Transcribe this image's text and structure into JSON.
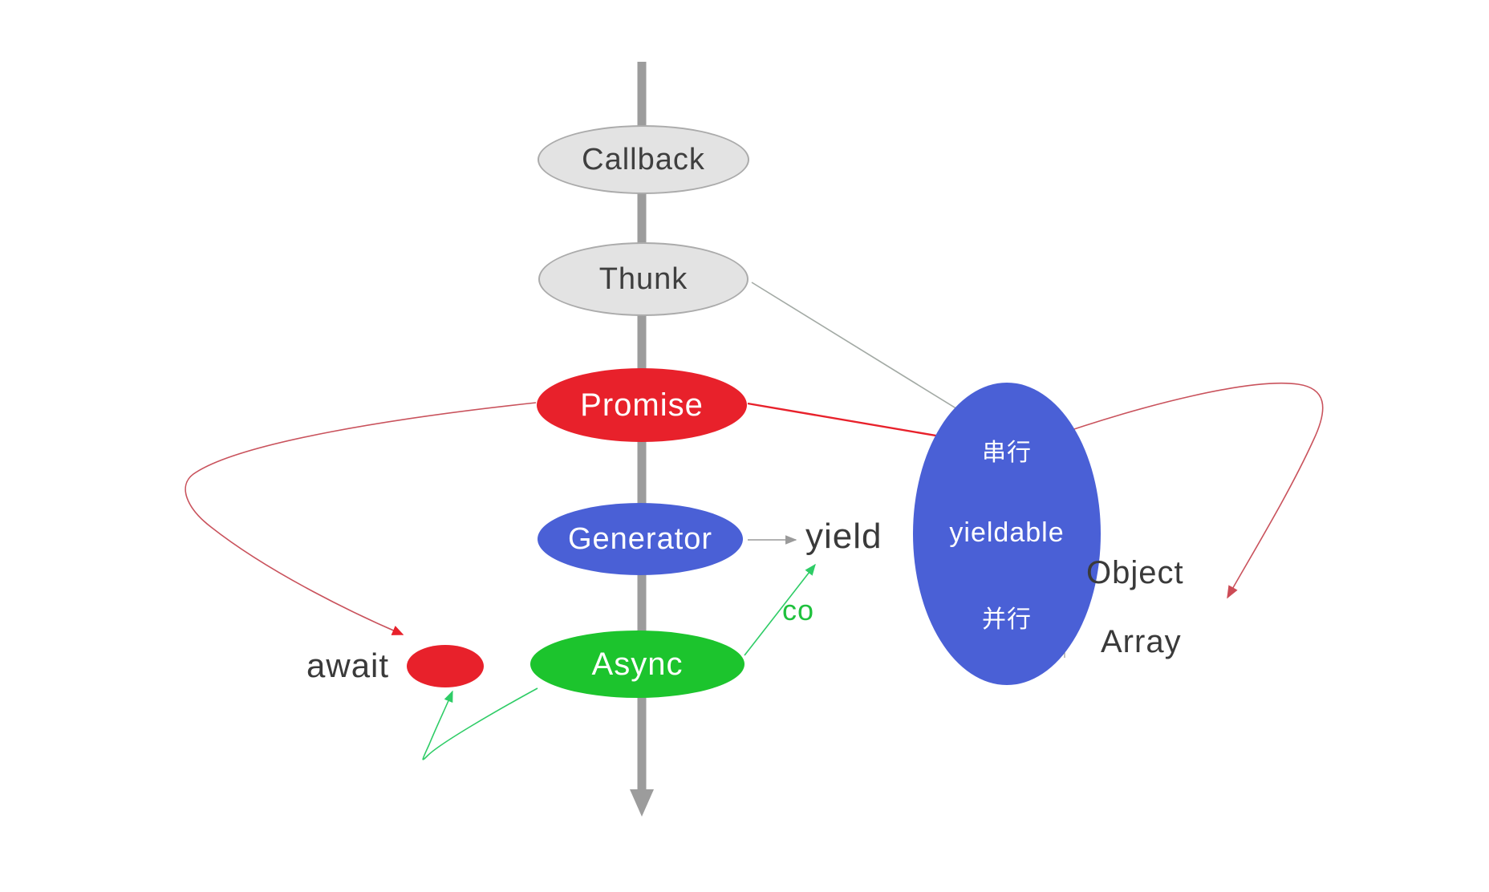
{
  "diagram": {
    "spine_nodes": [
      {
        "id": "callback",
        "label": "Callback",
        "color": "#e3e3e3",
        "text_color": "#3f3f3f"
      },
      {
        "id": "thunk",
        "label": "Thunk",
        "color": "#e3e3e3",
        "text_color": "#3f3f3f"
      },
      {
        "id": "promise",
        "label": "Promise",
        "color": "#e8212b",
        "text_color": "#ffffff"
      },
      {
        "id": "generator",
        "label": "Generator",
        "color": "#4a60d6",
        "text_color": "#ffffff"
      },
      {
        "id": "async",
        "label": "Async",
        "color": "#1cc42d",
        "text_color": "#ffffff"
      }
    ],
    "yieldable": {
      "top_label": "串行",
      "center_label": "yieldable",
      "bottom_label": "并行",
      "color": "#4a60d6",
      "text_color": "#ffffff"
    },
    "annotations": {
      "await": "await",
      "yield": "yield",
      "co": "co",
      "object": "Object",
      "array": "Array"
    },
    "arrows": [
      {
        "from": "thunk",
        "to": "yieldable-串行",
        "color": "#a3aaa5",
        "style": "straight"
      },
      {
        "from": "promise",
        "to": "yieldable-串行",
        "color": "#e8212b",
        "style": "straight"
      },
      {
        "from": "yieldable",
        "to": "Array/Object",
        "color": "#c9525c",
        "style": "loop-right"
      },
      {
        "from": "promise",
        "to": "await-dot",
        "color": "#c9525c",
        "style": "loop-left"
      },
      {
        "from": "async",
        "to": "await-dot",
        "color": "#2ecc66",
        "style": "hairpin"
      },
      {
        "from": "async",
        "to": "yield",
        "color": "#2ecc66",
        "style": "straight",
        "label": "co"
      },
      {
        "from": "generator",
        "to": "yield",
        "color": "#9a9a9a",
        "style": "straight"
      }
    ],
    "colors": {
      "spine": "#9c9c9c",
      "gray_node": "#e3e3e3",
      "red": "#e8212b",
      "blue": "#4a60d6",
      "green": "#1cc42d",
      "arrow_red_curve": "#c9525c",
      "arrow_green": "#2ecc66",
      "arrow_gray": "#a3aaa5",
      "text_dark": "#3a3a3a",
      "co_green": "#1fc13d",
      "background": "#ffffff"
    }
  }
}
